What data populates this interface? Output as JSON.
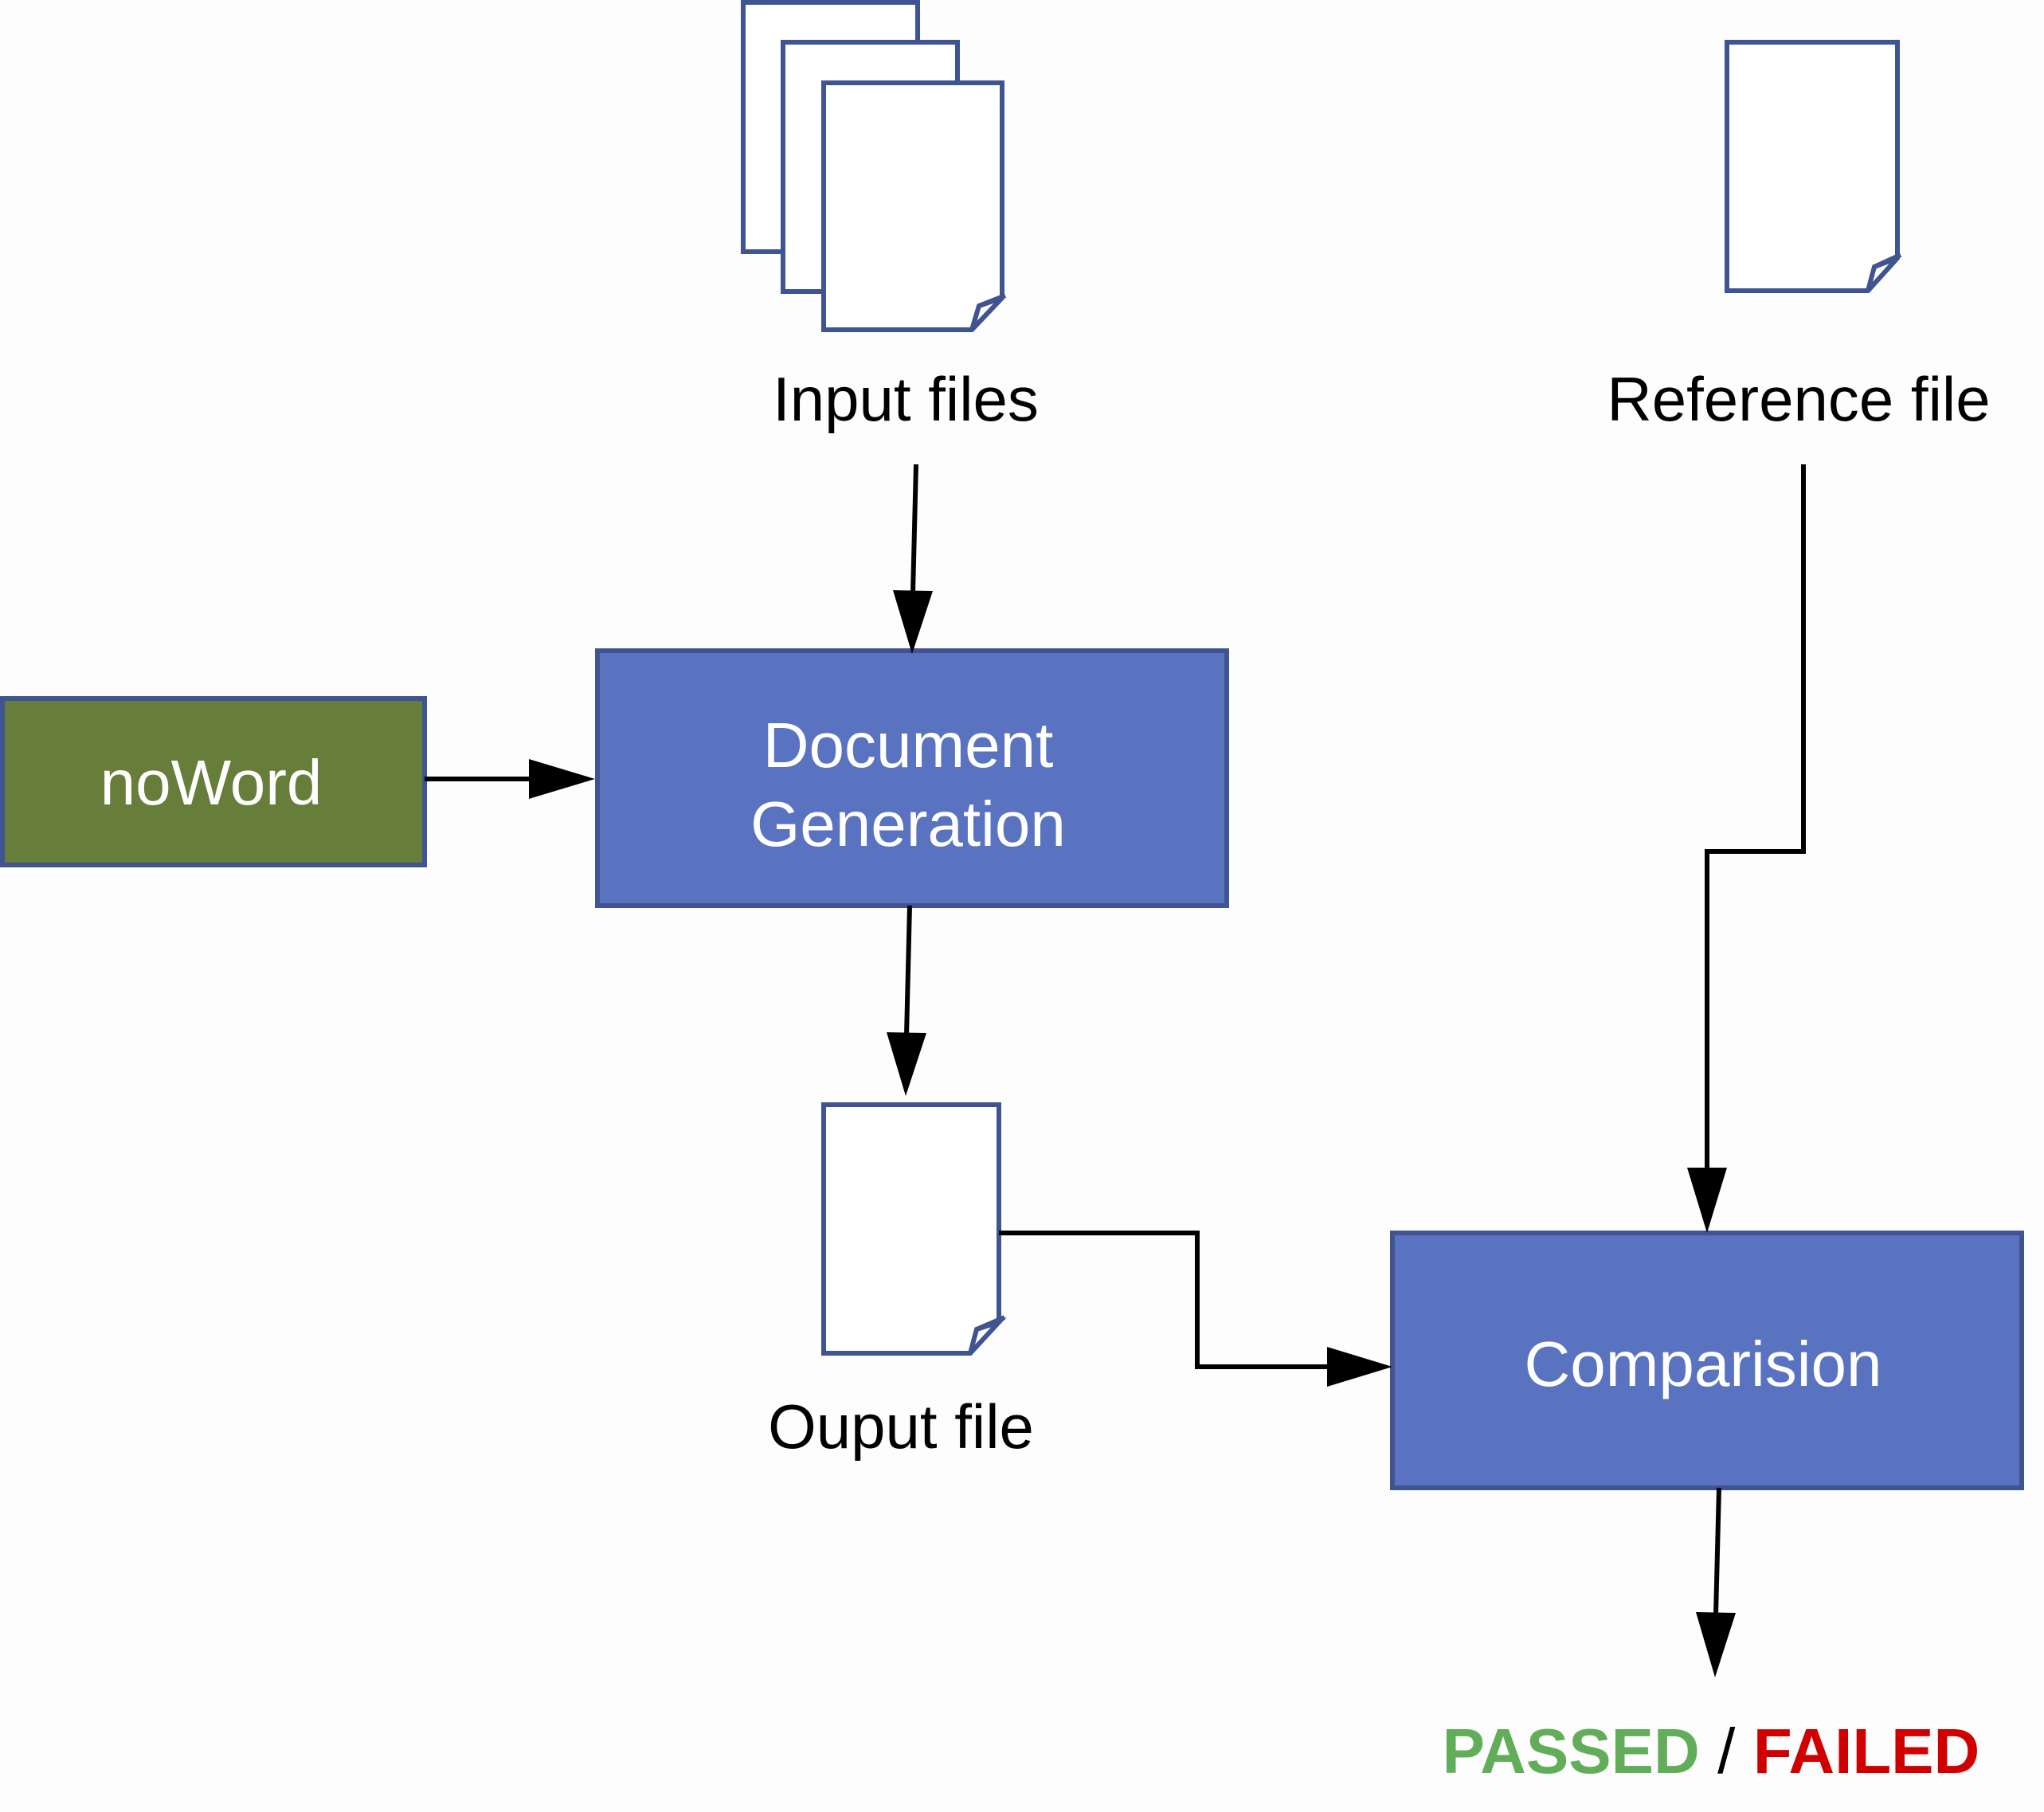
{
  "nodes": {
    "input_files": {
      "label": "Input files"
    },
    "reference_file": {
      "label": "Reference file"
    },
    "noword": {
      "label": "noWord"
    },
    "document_generation": {
      "label_line1": "Document",
      "label_line2": "Generation"
    },
    "output_file": {
      "label": "Ouput file"
    },
    "comparision": {
      "label": "Comparision"
    }
  },
  "result": {
    "passed": "PASSED",
    "separator": "/",
    "failed": "FAILED"
  },
  "colors": {
    "process_fill": "#5a73c1",
    "process_border": "#3f5490",
    "tool_fill": "#677e3b",
    "tool_border": "#3f5490",
    "document_border": "#3f5490",
    "passed": "#62ad5a",
    "failed": "#d00000",
    "separator": "#000000",
    "connector": "#000000"
  }
}
